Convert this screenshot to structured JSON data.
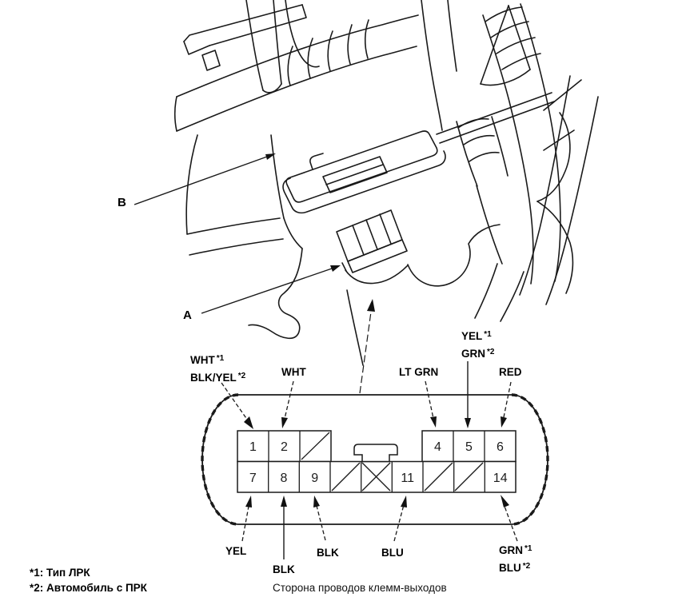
{
  "figure": {
    "callout_b": "B",
    "callout_a": "A",
    "caption": "Сторона проводов клемм-выходов",
    "footnote_1": "*1: Тип ЛРК",
    "footnote_2": "*2: Автомобиль с ПРК"
  },
  "connector": {
    "pins": {
      "p1": "1",
      "p2": "2",
      "p4": "4",
      "p5": "5",
      "p6": "6",
      "p7": "7",
      "p8": "8",
      "p9": "9",
      "p11": "11",
      "p14": "14"
    }
  },
  "wire_labels": {
    "pin1": {
      "l1": {
        "text": "WHT",
        "note": "*1"
      },
      "l2": {
        "text": "BLK/YEL",
        "note": "*2"
      }
    },
    "pin2": {
      "l1": {
        "text": "WHT"
      }
    },
    "pin4": {
      "l1": {
        "text": "LT GRN"
      }
    },
    "pin5": {
      "l1": {
        "text": "YEL",
        "note": "*1"
      },
      "l2": {
        "text": "GRN",
        "note": "*2"
      }
    },
    "pin6": {
      "l1": {
        "text": "RED"
      }
    },
    "pin7": {
      "l1": {
        "text": "YEL"
      }
    },
    "pin8": {
      "l1": {
        "text": "BLK"
      }
    },
    "pin9": {
      "l1": {
        "text": "BLK"
      }
    },
    "pin11": {
      "l1": {
        "text": "BLU"
      }
    },
    "pin14": {
      "l1": {
        "text": "GRN",
        "note": "*1"
      },
      "l2": {
        "text": "BLU",
        "note": "*2"
      }
    }
  },
  "colors": {
    "ink": "#1a1a1a",
    "background": "#ffffff"
  }
}
